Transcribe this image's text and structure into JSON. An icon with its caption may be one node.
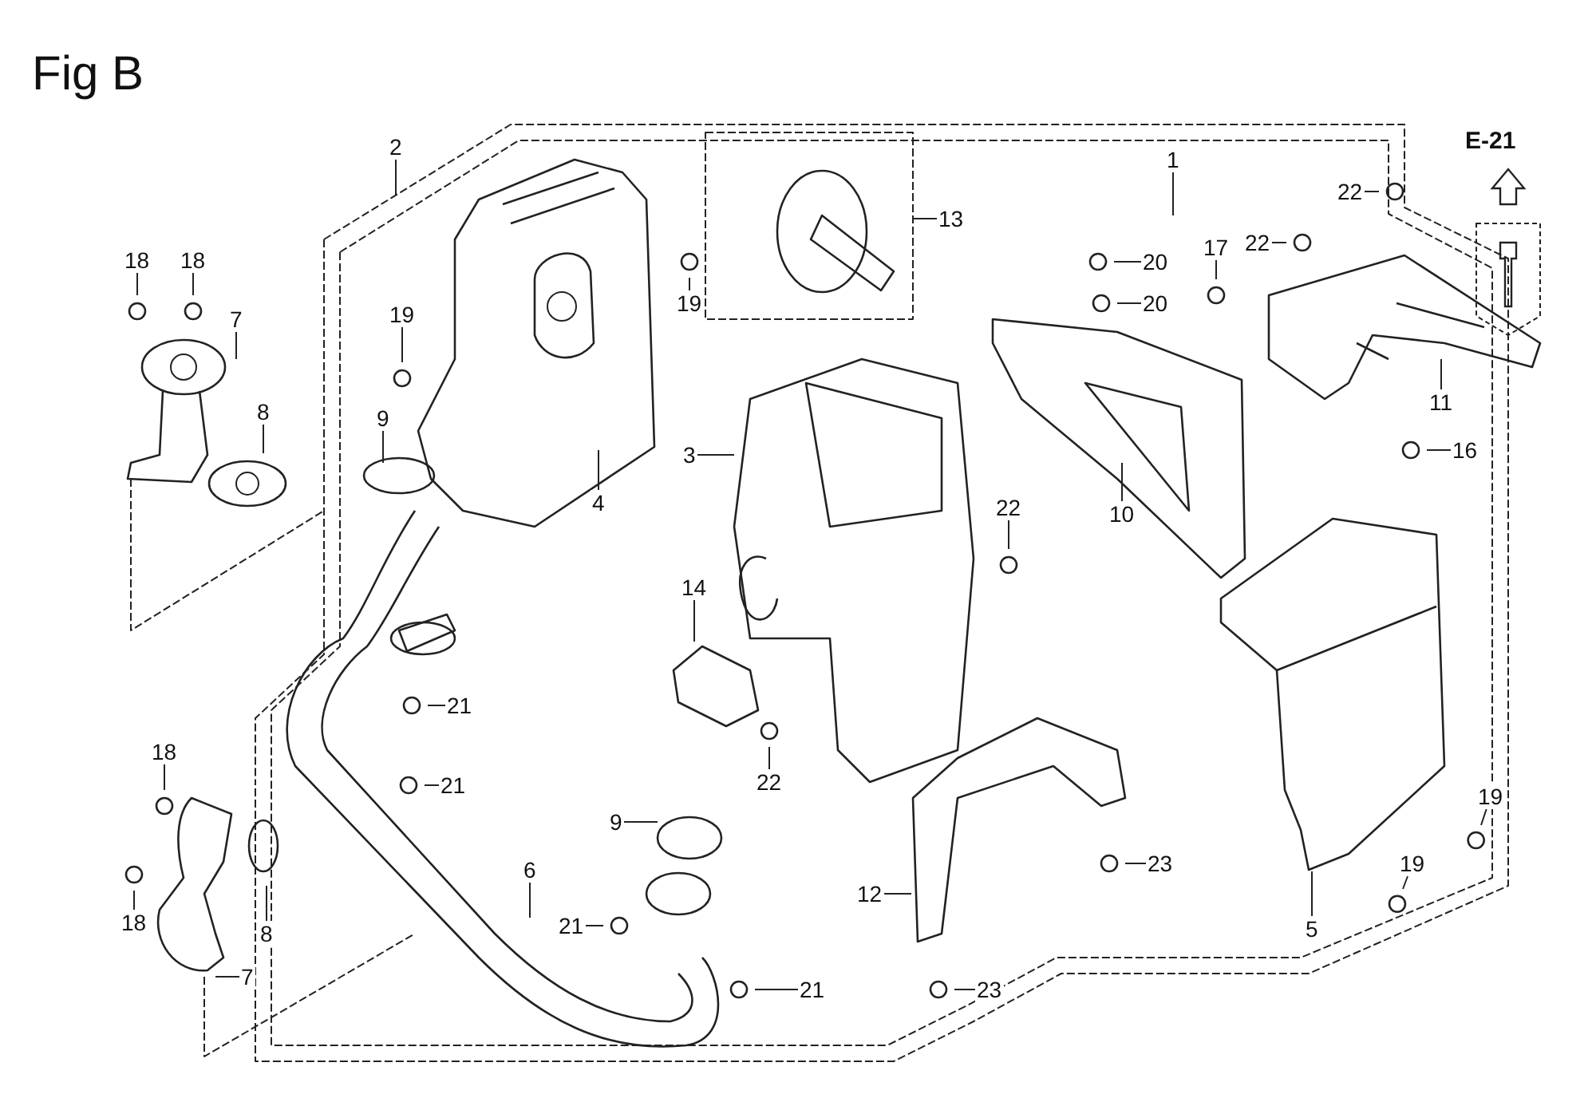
{
  "diagram": {
    "title": "Fig B",
    "nodes": [
      {
        "text": [
          "2"
        ]
      },
      {
        "text": [
          "1"
        ]
      },
      {
        "text": [
          "13"
        ]
      },
      {
        "text": [
          "18"
        ]
      },
      {
        "text": [
          "18"
        ]
      },
      {
        "text": [
          "22"
        ]
      },
      {
        "text": [
          "22"
        ]
      },
      {
        "text": [
          "17"
        ]
      },
      {
        "text": [
          "20"
        ]
      },
      {
        "text": [
          "19"
        ]
      },
      {
        "text": [
          "20"
        ]
      },
      {
        "text": [
          "19"
        ]
      },
      {
        "text": [
          "7"
        ]
      },
      {
        "text": [
          "11"
        ]
      },
      {
        "text": [
          "8"
        ]
      },
      {
        "text": [
          "9"
        ]
      },
      {
        "text": [
          "3"
        ]
      },
      {
        "text": [
          "16"
        ]
      },
      {
        "text": [
          "4"
        ]
      },
      {
        "text": [
          "22"
        ]
      },
      {
        "text": [
          "10"
        ]
      },
      {
        "text": [
          "14"
        ]
      },
      {
        "text": [
          "21"
        ]
      },
      {
        "text": [
          "18"
        ]
      },
      {
        "text": [
          "21"
        ]
      },
      {
        "text": [
          "22"
        ]
      },
      {
        "text": [
          "19"
        ]
      },
      {
        "text": [
          "9"
        ]
      },
      {
        "text": [
          "23"
        ]
      },
      {
        "text": [
          "19"
        ]
      },
      {
        "text": [
          "6"
        ]
      },
      {
        "text": [
          "12"
        ]
      },
      {
        "text": [
          "18"
        ]
      },
      {
        "text": [
          "21"
        ]
      },
      {
        "text": [
          "8"
        ]
      },
      {
        "text": [
          "5"
        ]
      },
      {
        "text": [
          "7"
        ]
      },
      {
        "text": [
          "23"
        ]
      },
      {
        "text": [
          "21"
        ]
      }
    ],
    "edges": [
      {
        "from": 0,
        "to": null,
        "arrow": "none"
      },
      {
        "from": 1,
        "to": null,
        "arrow": "none"
      },
      {
        "from": 2,
        "to": null,
        "arrow": "none"
      },
      {
        "from": 3,
        "to": null,
        "arrow": "none"
      },
      {
        "from": 4,
        "to": null,
        "arrow": "none"
      },
      {
        "from": 5,
        "to": null,
        "arrow": "none"
      },
      {
        "from": 6,
        "to": null,
        "arrow": "none"
      },
      {
        "from": 7,
        "to": null,
        "arrow": "none"
      },
      {
        "from": 8,
        "to": null,
        "arrow": "none"
      },
      {
        "from": 9,
        "to": null,
        "arrow": "none"
      },
      {
        "from": 10,
        "to": null,
        "arrow": "none"
      },
      {
        "from": 11,
        "to": null,
        "arrow": "none"
      },
      {
        "from": 12,
        "to": null,
        "arrow": "none"
      },
      {
        "from": 13,
        "to": null,
        "arrow": "none"
      },
      {
        "from": 14,
        "to": null,
        "arrow": "none"
      },
      {
        "from": 15,
        "to": null,
        "arrow": "none"
      },
      {
        "from": 16,
        "to": null,
        "arrow": "none"
      },
      {
        "from": 17,
        "to": null,
        "arrow": "none"
      },
      {
        "from": 18,
        "to": null,
        "arrow": "none"
      },
      {
        "from": 19,
        "to": null,
        "arrow": "none"
      },
      {
        "from": 20,
        "to": null,
        "arrow": "none"
      },
      {
        "from": 21,
        "to": null,
        "arrow": "none"
      },
      {
        "from": 22,
        "to": null,
        "arrow": "none"
      },
      {
        "from": 23,
        "to": null,
        "arrow": "none"
      },
      {
        "from": 24,
        "to": null,
        "arrow": "none"
      },
      {
        "from": 25,
        "to": null,
        "arrow": "none"
      },
      {
        "from": 26,
        "to": null,
        "arrow": "none"
      },
      {
        "from": 27,
        "to": null,
        "arrow": "none"
      },
      {
        "from": 28,
        "to": null,
        "arrow": "none"
      },
      {
        "from": 29,
        "to": null,
        "arrow": "none"
      },
      {
        "from": 30,
        "to": null,
        "arrow": "none"
      },
      {
        "from": 31,
        "to": null,
        "arrow": "none"
      },
      {
        "from": 32,
        "to": null,
        "arrow": "none"
      },
      {
        "from": 33,
        "to": null,
        "arrow": "none"
      },
      {
        "from": 34,
        "to": null,
        "arrow": "none"
      },
      {
        "from": 35,
        "to": null,
        "arrow": "none"
      },
      {
        "from": 36,
        "to": null,
        "arrow": "none"
      },
      {
        "from": 37,
        "to": null,
        "arrow": "none"
      },
      {
        "from": 38,
        "to": null,
        "arrow": "none"
      }
    ],
    "labels": [
      "E-21"
    ]
  }
}
